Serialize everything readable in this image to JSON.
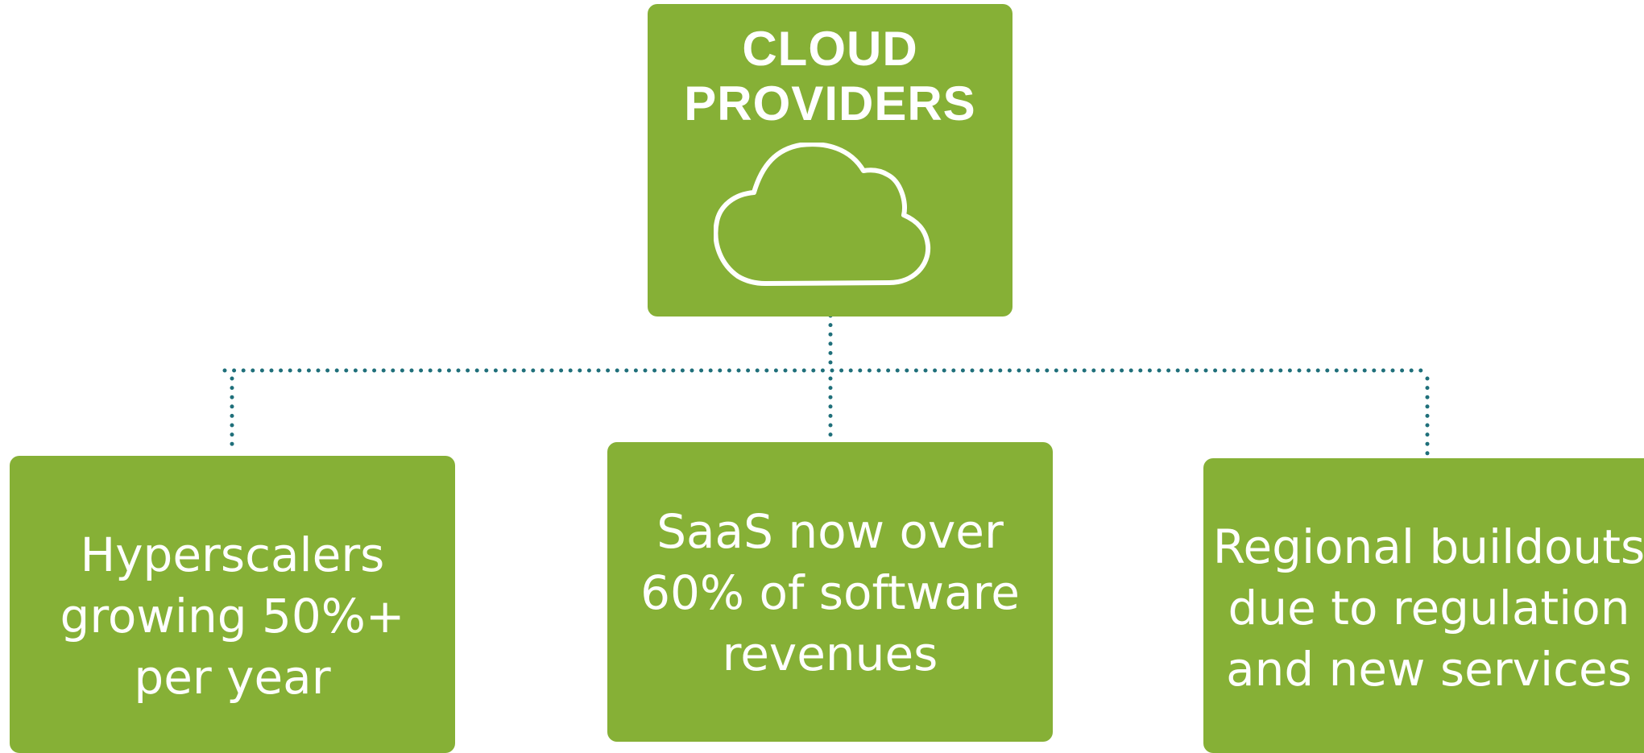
{
  "colors": {
    "box_fill": "#86b036",
    "box_text": "#ffffff",
    "connector": "#1f6f7a"
  },
  "root": {
    "title": "CLOUD\nPROVIDERS",
    "icon": "cloud-icon"
  },
  "children": [
    {
      "text": "Hyperscalers\ngrowing 50%+\nper year"
    },
    {
      "text": "SaaS now over\n60% of software\nrevenues"
    },
    {
      "text": "Regional buildouts\ndue to regulation\nand new services"
    }
  ]
}
